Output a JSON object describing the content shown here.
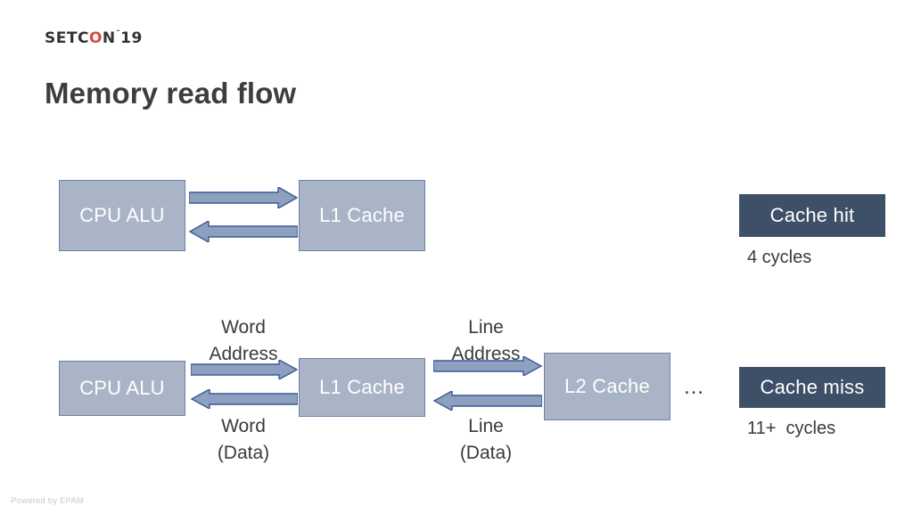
{
  "brand": {
    "logo_pre": "SETC",
    "logo_o": "O",
    "logo_post": "N",
    "logo_tick": "˘",
    "logo_year": "19",
    "accent_color": "#d84a3a"
  },
  "slide": {
    "title": "Memory read flow",
    "footer": "Powered by EPAM",
    "background": "#ffffff"
  },
  "theme": {
    "box_fill": "#a9b4c6",
    "box_border": "#6f83a6",
    "box_text": "#ffffff",
    "arrow_fill": "#8da0bf",
    "arrow_stroke": "#3a5a93",
    "badge_fill": "#3e5068",
    "badge_text": "#ffffff",
    "body_text": "#3a3a3a"
  },
  "diagram": {
    "rows": [
      {
        "name": "cache-hit-row",
        "boxes": [
          {
            "label": "CPU ALU"
          },
          {
            "label": "L1 Cache"
          }
        ],
        "captions": [],
        "ellipsis": null,
        "result": {
          "badge": "Cache hit",
          "sub": "4 cycles"
        }
      },
      {
        "name": "cache-miss-row",
        "boxes": [
          {
            "label": "CPU ALU"
          },
          {
            "label": "L1 Cache"
          },
          {
            "label": "L2 Cache"
          }
        ],
        "captions": [
          {
            "top": "Word\nAddress",
            "bottom": "Word\n(Data)"
          },
          {
            "top": "Line\nAddress",
            "bottom": "Line\n(Data)"
          }
        ],
        "ellipsis": "…",
        "result": {
          "badge": "Cache miss",
          "sub": "11+  cycles"
        }
      }
    ]
  }
}
